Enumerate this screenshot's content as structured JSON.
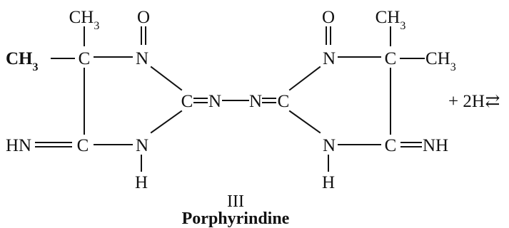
{
  "structure": {
    "left_ring": {
      "methyl_top": {
        "base": "CH",
        "sub": "3"
      },
      "methyl_left": {
        "base": "CH",
        "sub": "3"
      },
      "c_quaternary": "C",
      "n_oxide": "N",
      "o_oxide": "O",
      "c_azo": "C",
      "c_imine": "C",
      "hn_group": "HN",
      "n_h": "N",
      "h": "H"
    },
    "azo_bridge": {
      "n1": "N",
      "n2": "N"
    },
    "right_ring": {
      "o_oxide": "O",
      "methyl_top": {
        "base": "CH",
        "sub": "3"
      },
      "n_oxide": "N",
      "c_quaternary": "C",
      "methyl_right": {
        "base": "CH",
        "sub": "3"
      },
      "c_azo": "C",
      "n_h": "N",
      "c_imine": "C",
      "nh_group": "NH",
      "h": "H"
    }
  },
  "reaction": {
    "reagent": "+ 2H",
    "arrow": "⇄"
  },
  "caption": {
    "numeral": "III",
    "name": "Porphyrindine"
  }
}
